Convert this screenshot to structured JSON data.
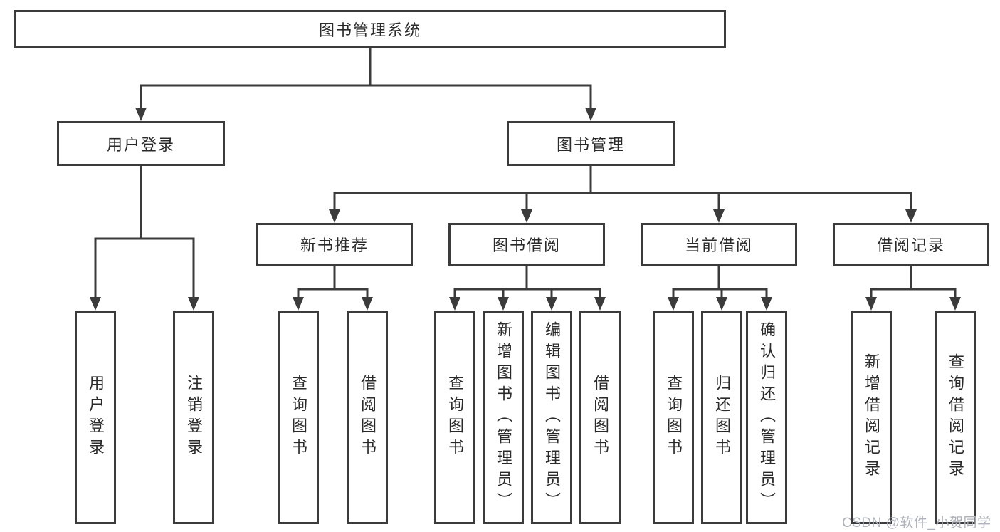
{
  "diagram_type": "tree",
  "colors": {
    "background": "#ffffff",
    "box_border": "#3b3b3b",
    "connector_line": "#3b3b3b",
    "text": "#2a2a2a",
    "watermark": "#aeb2bc"
  },
  "tree": {
    "label": "图书管理系统",
    "children": [
      {
        "label": "用户登录",
        "children": [
          {
            "label": "用户登录"
          },
          {
            "label": "注销登录"
          }
        ]
      },
      {
        "label": "图书管理",
        "children": [
          {
            "label": "新书推荐",
            "children": [
              {
                "label": "查询图书"
              },
              {
                "label": "借阅图书"
              }
            ]
          },
          {
            "label": "图书借阅",
            "children": [
              {
                "label": "查询图书"
              },
              {
                "label": "新增图书（管理员）"
              },
              {
                "label": "编辑图书（管理员）"
              },
              {
                "label": "借阅图书"
              }
            ]
          },
          {
            "label": "当前借阅",
            "children": [
              {
                "label": "查询图书"
              },
              {
                "label": "归还图书"
              },
              {
                "label": "确认归还（管理员）"
              }
            ]
          },
          {
            "label": "借阅记录",
            "children": [
              {
                "label": "新增借阅记录"
              },
              {
                "label": "查询借阅记录"
              }
            ]
          }
        ]
      }
    ]
  },
  "watermark": {
    "text": "CSDN @软件_小贺同学"
  }
}
